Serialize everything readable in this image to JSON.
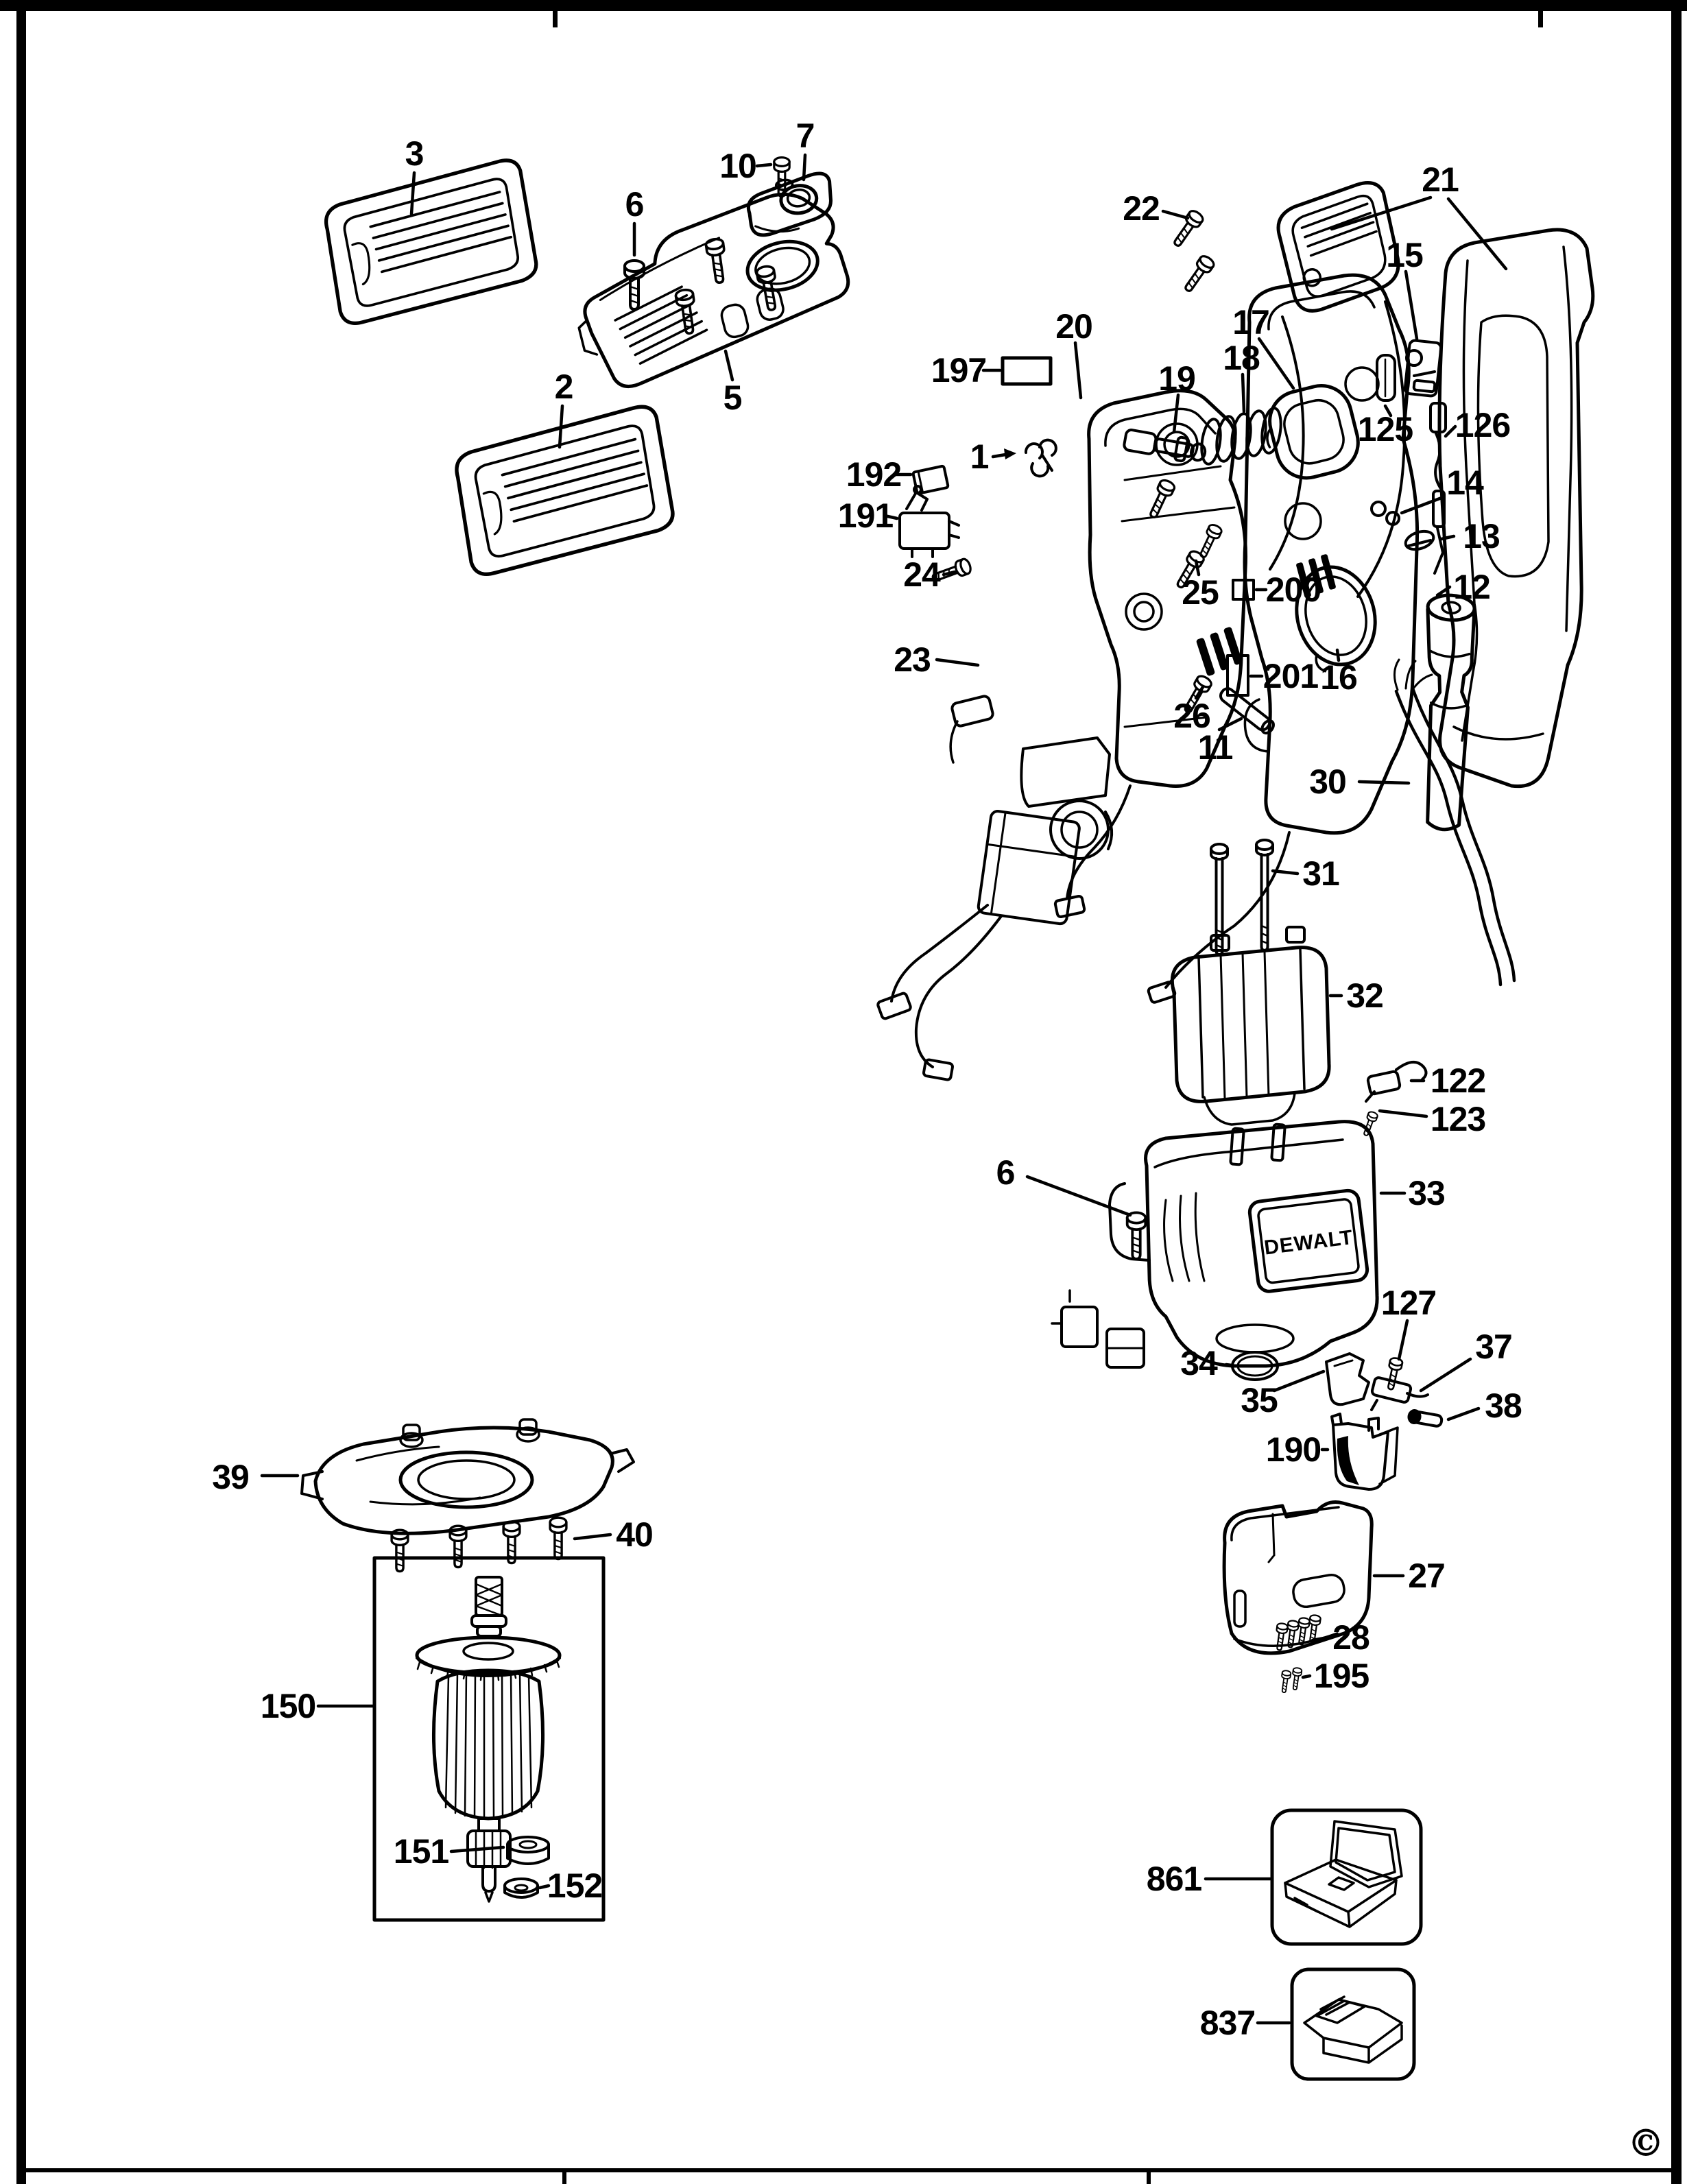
{
  "page": {
    "paper": "#ffffff",
    "ink": "#000000",
    "brand": "DEWALT",
    "copyright": "©"
  },
  "callouts": {
    "c1": "1",
    "c2": "2",
    "c3": "3",
    "c5": "5",
    "c6a": "6",
    "c6b": "6",
    "c7": "7",
    "c10": "10",
    "c11": "11",
    "c12": "12",
    "c13": "13",
    "c14": "14",
    "c15": "15",
    "c16": "16",
    "c17": "17",
    "c18": "18",
    "c19": "19",
    "c20": "20",
    "c21": "21",
    "c22": "22",
    "c23": "23",
    "c24": "24",
    "c25": "25",
    "c26": "26",
    "c27": "27",
    "c28": "28",
    "c30": "30",
    "c31": "31",
    "c32": "32",
    "c33": "33",
    "c34": "34",
    "c35": "35",
    "c37": "37",
    "c38": "38",
    "c39": "39",
    "c40": "40",
    "c122": "122",
    "c123": "123",
    "c125": "125",
    "c126": "126",
    "c127": "127",
    "c150": "150",
    "c151": "151",
    "c152": "152",
    "c190": "190",
    "c191": "191",
    "c192": "192",
    "c195": "195",
    "c197": "197",
    "c200": "200",
    "c201": "201",
    "c837": "837",
    "c861": "861"
  }
}
